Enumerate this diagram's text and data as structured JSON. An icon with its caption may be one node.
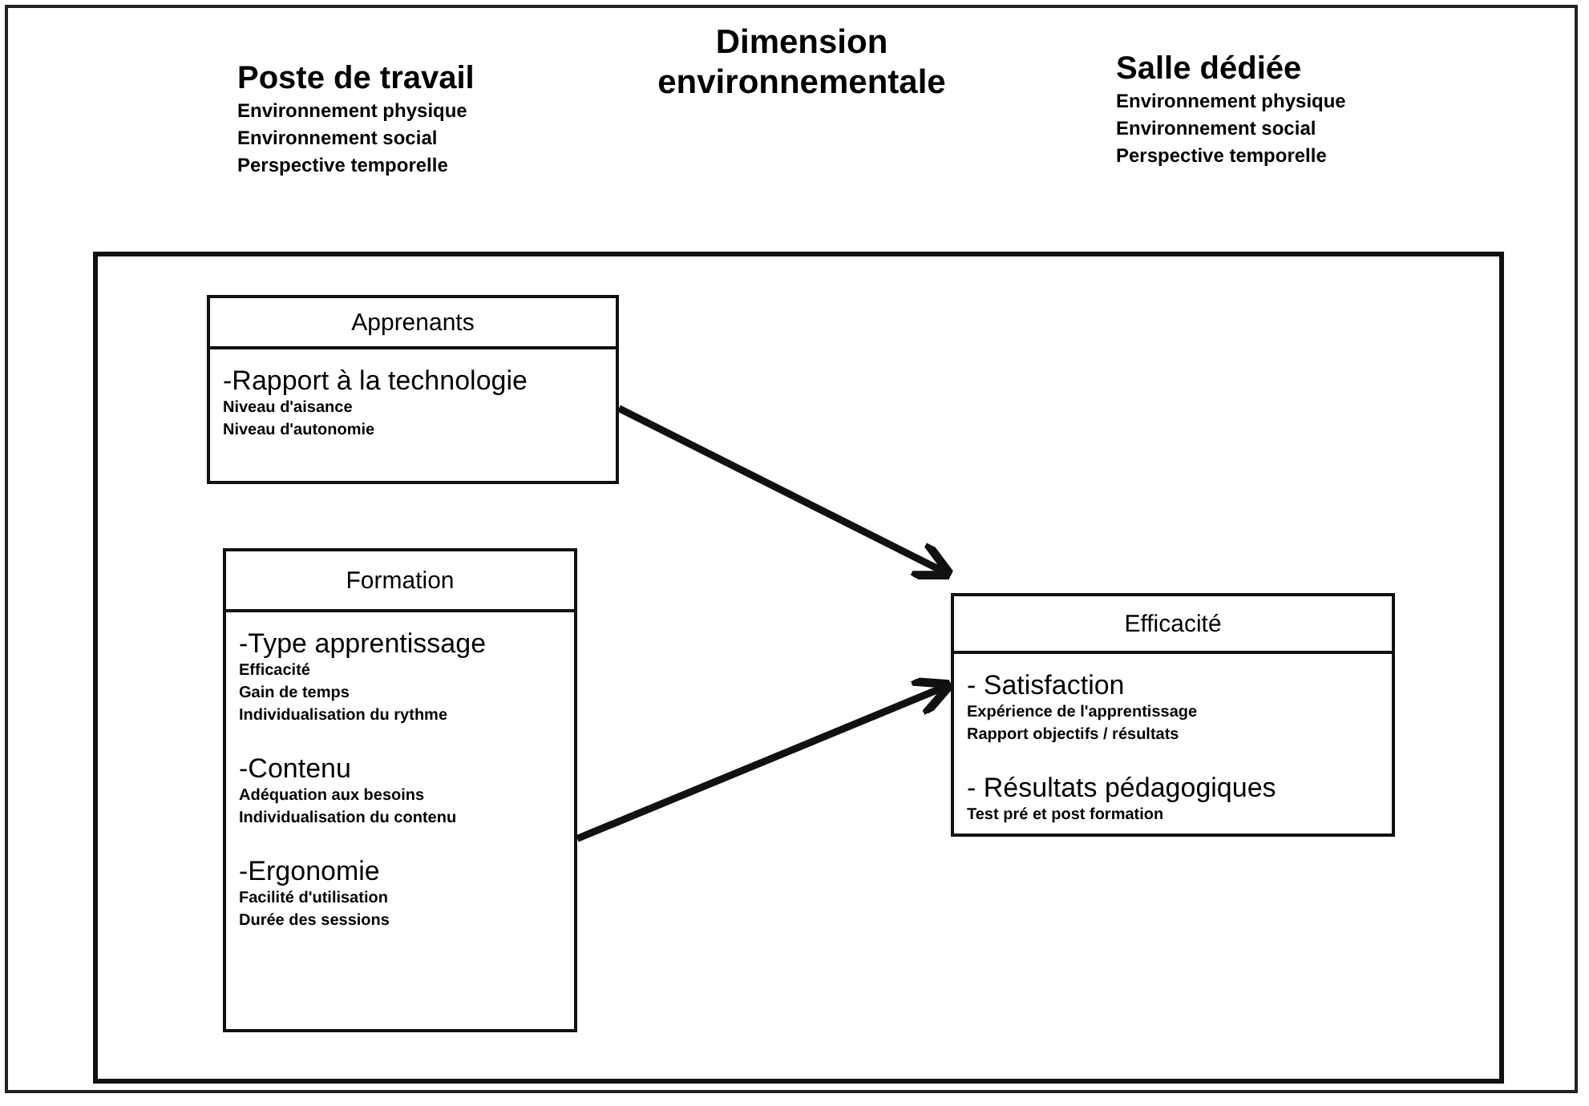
{
  "diagram": {
    "title": "Dimension environnementale",
    "nodes": [
      {
        "text": [],
        "shape": "box"
      },
      {
        "text": [
          "Apprenants",
          "-Rapport à la technologie",
          "Niveau d'aisance",
          "Niveau d'autonomie"
        ],
        "in": 0
      },
      {
        "text": [
          "Formation",
          "-Type apprentissage",
          "Efficacité",
          "Gain de temps",
          "Individualisation du rythme",
          "-Contenu",
          "Adéquation aux besoins",
          "Individualisation du contenu",
          "-Ergonomie",
          "Facilité d'utilisation",
          "Durée des sessions"
        ],
        "in": 0
      },
      {
        "text": [
          "Efficacité",
          "- Satisfaction",
          "Expérience de l'apprentissage",
          "Rapport objectifs / résultats",
          "- Résultats pédagogiques",
          "Test pré et post formation"
        ],
        "in": 0
      }
    ],
    "edges": [
      {
        "from": 1,
        "to": 3,
        "arrow": "to"
      },
      {
        "from": 2,
        "to": 3,
        "arrow": "to"
      }
    ],
    "labels": [
      "Poste de travail",
      "Environnement physique",
      "Environnement social",
      "Perspective temporelle",
      "Salle dédiée",
      "Environnement physique",
      "Environnement social",
      "Perspective temporelle"
    ]
  }
}
